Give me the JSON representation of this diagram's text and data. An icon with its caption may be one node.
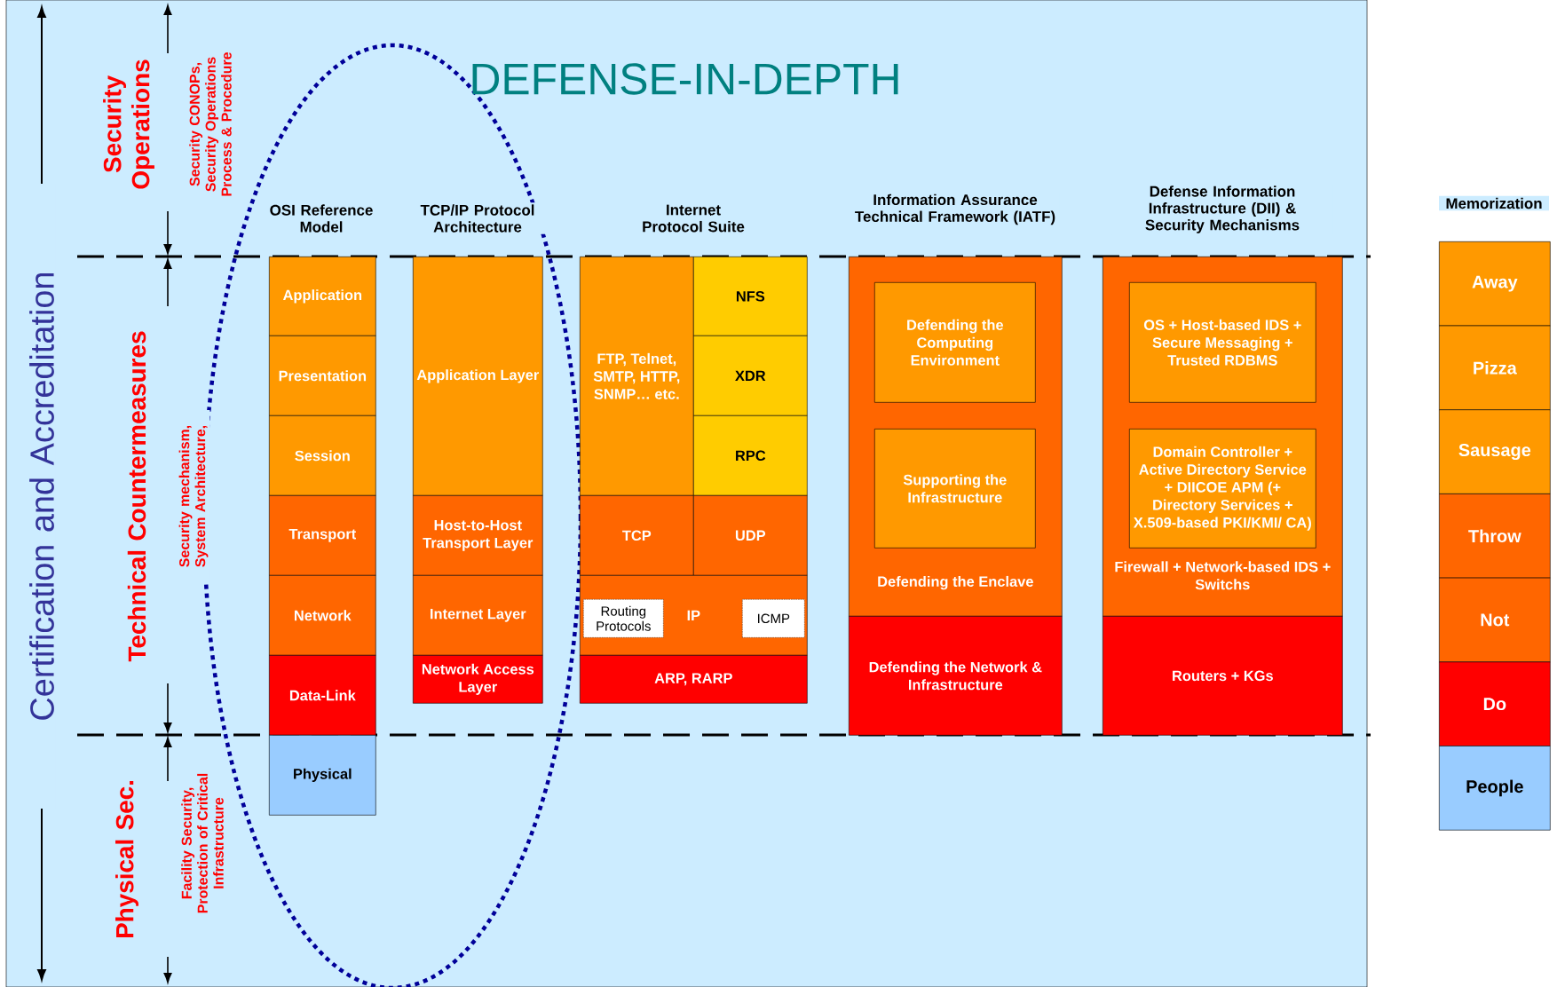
{
  "diagram": {
    "title": "DEFENSE-IN-DEPTH",
    "nodes": [
      {
        "text": [
          "Application"
        ]
      },
      {
        "text": [
          "Presentation"
        ]
      },
      {
        "text": [
          "Session"
        ]
      },
      {
        "text": [
          "Transport"
        ]
      },
      {
        "text": [
          "Network"
        ]
      },
      {
        "text": [
          "Data-Link"
        ]
      },
      {
        "text": [
          "Physical"
        ]
      },
      {
        "text": [
          "Application Layer"
        ]
      },
      {
        "text": [
          "Host-to-Host Transport Layer"
        ]
      },
      {
        "text": [
          "Internet Layer"
        ]
      },
      {
        "text": [
          "Network Access Layer"
        ]
      },
      {
        "text": [
          "FTP, Telnet, SMTP, HTTP, SNMP… etc."
        ]
      },
      {
        "text": [
          "NFS"
        ]
      },
      {
        "text": [
          "XDR"
        ]
      },
      {
        "text": [
          "RPC"
        ]
      },
      {
        "text": [
          "TCP"
        ]
      },
      {
        "text": [
          "UDP"
        ]
      },
      {
        "text": [
          "IP"
        ]
      },
      {
        "text": [
          "Routing Protocols"
        ],
        "in": 17
      },
      {
        "text": [
          "ICMP"
        ],
        "in": 17
      },
      {
        "text": [
          "ARP, RARP"
        ]
      },
      {
        "text": [
          "Defending the Enclave"
        ]
      },
      {
        "text": [
          "Defending the Computing Environment"
        ],
        "in": 21
      },
      {
        "text": [
          "Supporting the Infrastructure"
        ],
        "in": 21
      },
      {
        "text": [
          "Defending the Network & Infrastructure"
        ]
      },
      {
        "text": [
          "Firewall + Network-based IDS + Switchs"
        ]
      },
      {
        "text": [
          "OS + Host-based IDS + Secure Messaging + Trusted RDBMS"
        ],
        "in": 25
      },
      {
        "text": [
          "Domain Controller + Active Directory Service + DIICOE APM (+ Directory Services + X.509-based PKI/KMI/ CA)"
        ],
        "in": 25
      },
      {
        "text": [
          "Routers + KGs"
        ]
      },
      {
        "text": [
          "Away"
        ]
      },
      {
        "text": [
          "Pizza"
        ]
      },
      {
        "text": [
          "Sausage"
        ]
      },
      {
        "text": [
          "Throw"
        ]
      },
      {
        "text": [
          "Not"
        ]
      },
      {
        "text": [
          "Do"
        ]
      },
      {
        "text": [
          "People"
        ]
      }
    ],
    "labels": [
      "Certification and Accreditation",
      "Security Operations",
      "Security CONOPs, Security Operations Process & Procedure",
      "Technical Countermeasures",
      "Security mechanism, System Architecture,",
      "Physical Sec.",
      "Facility Security, Protection of Critical Infrastructure",
      "OSI Reference Model",
      "TCP/IP Protocol Architecture",
      "Internet Protocol Suite",
      "Information Assurance Technical Framework (IATF)",
      "Defense Information Infrastructure (DII) & Security Mechanisms",
      "Memorization"
    ]
  }
}
